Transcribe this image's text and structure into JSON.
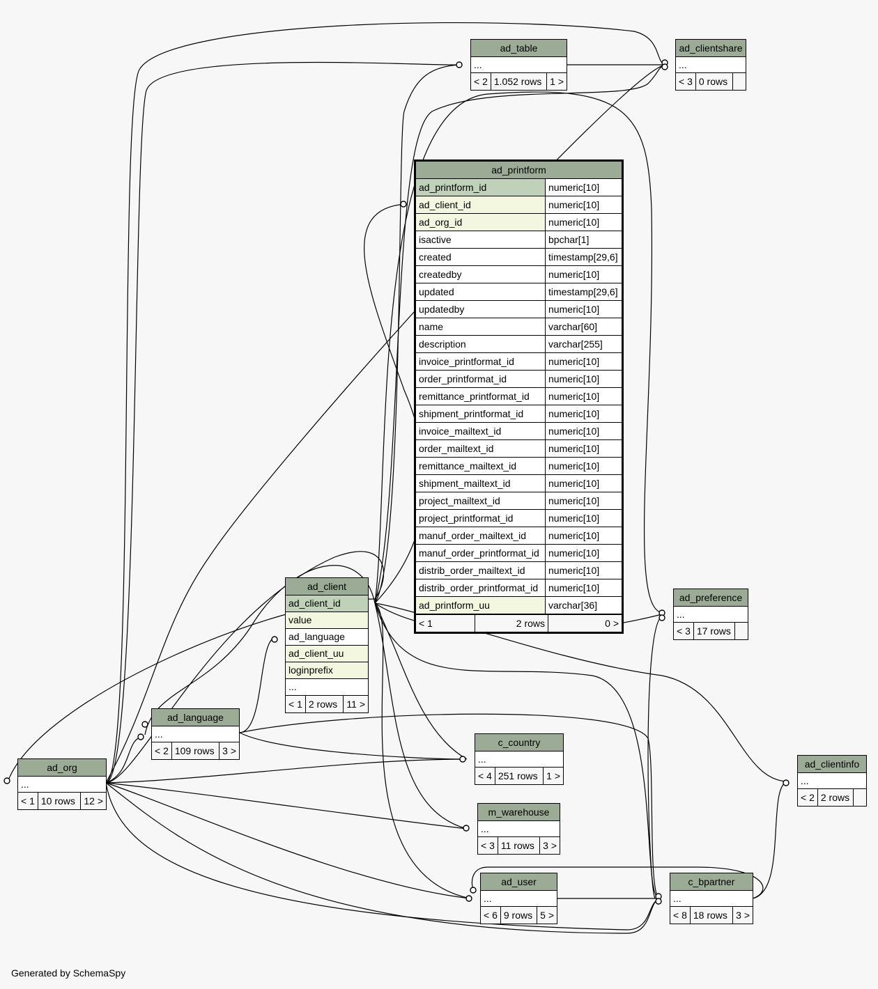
{
  "ellipsis": "...",
  "footer": "Generated by SchemaSpy",
  "tables": {
    "ad_table": {
      "name": "ad_table",
      "left": "< 2",
      "rows": "1.052 rows",
      "right": "1 >"
    },
    "ad_clientshare": {
      "name": "ad_clientshare",
      "left": "< 3",
      "rows": "0 rows",
      "right": ""
    },
    "ad_preference": {
      "name": "ad_preference",
      "left": "< 3",
      "rows": "17 rows",
      "right": ""
    },
    "ad_clientinfo": {
      "name": "ad_clientinfo",
      "left": "< 2",
      "rows": "2 rows",
      "right": ""
    },
    "ad_language": {
      "name": "ad_language",
      "left": "< 2",
      "rows": "109 rows",
      "right": "3 >"
    },
    "ad_org": {
      "name": "ad_org",
      "left": "< 1",
      "rows": "10 rows",
      "right": "12 >"
    },
    "c_country": {
      "name": "c_country",
      "left": "< 4",
      "rows": "251 rows",
      "right": "1 >"
    },
    "m_warehouse": {
      "name": "m_warehouse",
      "left": "< 3",
      "rows": "11 rows",
      "right": "3 >"
    },
    "ad_user": {
      "name": "ad_user",
      "left": "< 6",
      "rows": "9 rows",
      "right": "5 >"
    },
    "c_bpartner": {
      "name": "c_bpartner",
      "left": "< 8",
      "rows": "18 rows",
      "right": "3 >"
    }
  },
  "ad_client": {
    "name": "ad_client",
    "columns": [
      {
        "name": "ad_client_id",
        "kind": "pk"
      },
      {
        "name": "value",
        "kind": "fk"
      },
      {
        "name": "ad_language",
        "kind": "plain"
      },
      {
        "name": "ad_client_uu",
        "kind": "fk"
      },
      {
        "name": "loginprefix",
        "kind": "fk"
      },
      {
        "name": "...",
        "kind": "plain"
      }
    ],
    "left": "< 1",
    "rows": "2 rows",
    "right": "11 >"
  },
  "ad_printform": {
    "name": "ad_printform",
    "columns": [
      {
        "name": "ad_printform_id",
        "type": "numeric[10]",
        "kind": "pk"
      },
      {
        "name": "ad_client_id",
        "type": "numeric[10]",
        "kind": "fk"
      },
      {
        "name": "ad_org_id",
        "type": "numeric[10]",
        "kind": "fk"
      },
      {
        "name": "isactive",
        "type": "bpchar[1]",
        "kind": "plain"
      },
      {
        "name": "created",
        "type": "timestamp[29,6]",
        "kind": "plain"
      },
      {
        "name": "createdby",
        "type": "numeric[10]",
        "kind": "plain"
      },
      {
        "name": "updated",
        "type": "timestamp[29,6]",
        "kind": "plain"
      },
      {
        "name": "updatedby",
        "type": "numeric[10]",
        "kind": "plain"
      },
      {
        "name": "name",
        "type": "varchar[60]",
        "kind": "plain"
      },
      {
        "name": "description",
        "type": "varchar[255]",
        "kind": "plain"
      },
      {
        "name": "invoice_printformat_id",
        "type": "numeric[10]",
        "kind": "plain"
      },
      {
        "name": "order_printformat_id",
        "type": "numeric[10]",
        "kind": "plain"
      },
      {
        "name": "remittance_printformat_id",
        "type": "numeric[10]",
        "kind": "plain"
      },
      {
        "name": "shipment_printformat_id",
        "type": "numeric[10]",
        "kind": "plain"
      },
      {
        "name": "invoice_mailtext_id",
        "type": "numeric[10]",
        "kind": "plain"
      },
      {
        "name": "order_mailtext_id",
        "type": "numeric[10]",
        "kind": "plain"
      },
      {
        "name": "remittance_mailtext_id",
        "type": "numeric[10]",
        "kind": "plain"
      },
      {
        "name": "shipment_mailtext_id",
        "type": "numeric[10]",
        "kind": "plain"
      },
      {
        "name": "project_mailtext_id",
        "type": "numeric[10]",
        "kind": "plain"
      },
      {
        "name": "project_printformat_id",
        "type": "numeric[10]",
        "kind": "plain"
      },
      {
        "name": "manuf_order_mailtext_id",
        "type": "numeric[10]",
        "kind": "plain"
      },
      {
        "name": "manuf_order_printformat_id",
        "type": "numeric[10]",
        "kind": "plain"
      },
      {
        "name": "distrib_order_mailtext_id",
        "type": "numeric[10]",
        "kind": "plain"
      },
      {
        "name": "distrib_order_printformat_id",
        "type": "numeric[10]",
        "kind": "plain"
      },
      {
        "name": "ad_printform_uu",
        "type": "varchar[36]",
        "kind": "fk"
      }
    ],
    "left": "< 1",
    "rows": "2 rows",
    "right": "0 >"
  }
}
